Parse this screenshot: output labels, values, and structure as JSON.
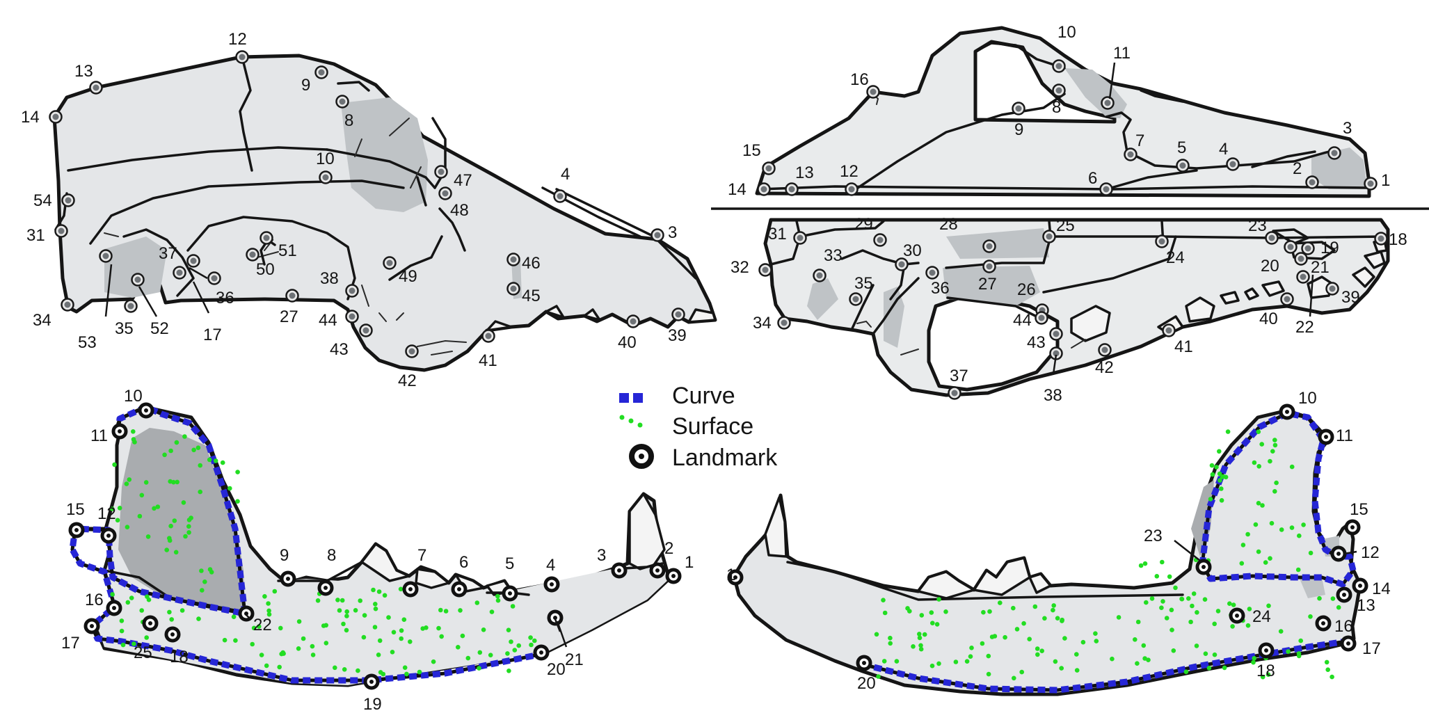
{
  "legend": {
    "curve": "Curve",
    "surface": "Surface",
    "landmark": "Landmark",
    "curve_color": "#2626d6",
    "surface_color": "#22dd22",
    "landmark_color": "#111111"
  },
  "colors": {
    "bone": "#e4e6e8",
    "shade": "#bfc3c6",
    "cranial_landmark": "#6e7276",
    "outline": "#151515"
  },
  "skull_lateral": {
    "landmarks": [
      "12",
      "13",
      "14",
      "9",
      "8",
      "10",
      "47",
      "48",
      "4",
      "3",
      "54",
      "31",
      "34",
      "53",
      "35",
      "52",
      "37",
      "51",
      "50",
      "36",
      "17",
      "27",
      "38",
      "49",
      "46",
      "45",
      "44",
      "43",
      "42",
      "41",
      "40",
      "39"
    ]
  },
  "skull_ventral_top": {
    "landmarks": [
      "10",
      "11",
      "16",
      "8",
      "9",
      "15",
      "13",
      "12",
      "7",
      "5",
      "4",
      "3",
      "2",
      "1",
      "14",
      "6"
    ]
  },
  "skull_ventral_bottom": {
    "landmarks": [
      "31",
      "29",
      "28",
      "25",
      "23",
      "18",
      "32",
      "33",
      "30",
      "24",
      "20",
      "19",
      "21",
      "35",
      "36",
      "27",
      "26",
      "40",
      "22",
      "39",
      "34",
      "44",
      "43",
      "42",
      "41",
      "37",
      "38"
    ]
  },
  "mandible_left": {
    "landmarks": [
      "10",
      "11",
      "15",
      "12",
      "9",
      "8",
      "7",
      "6",
      "5",
      "4",
      "3",
      "2",
      "1",
      "16",
      "22",
      "21",
      "17",
      "25",
      "18",
      "20",
      "19"
    ]
  },
  "mandible_right": {
    "landmarks": [
      "10",
      "11",
      "15",
      "23",
      "12",
      "1",
      "14",
      "13",
      "24",
      "16",
      "17",
      "18",
      "20"
    ]
  }
}
